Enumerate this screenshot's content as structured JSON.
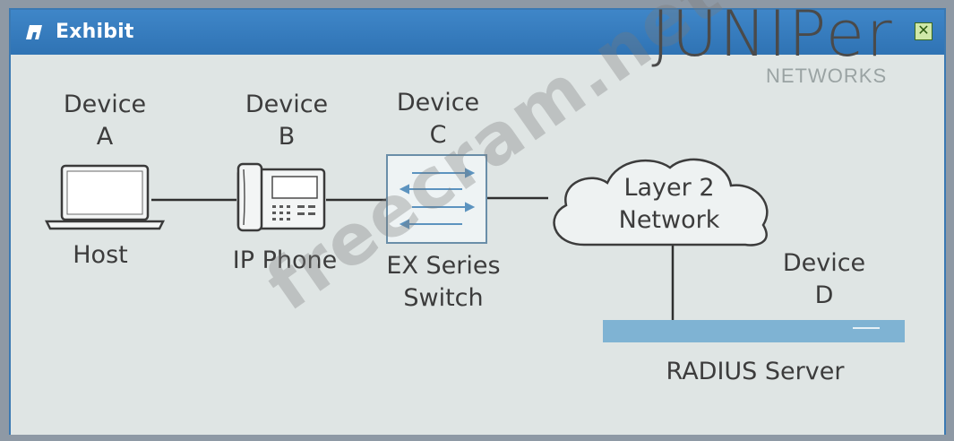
{
  "window": {
    "title": "Exhibit",
    "close_label": "✕"
  },
  "logo": {
    "brand": "JUNIPer",
    "sub": "NETWORKS"
  },
  "watermark": "freecram.net",
  "devices": {
    "a": {
      "title_line1": "Device",
      "title_line2": "A",
      "caption": "Host"
    },
    "b": {
      "title_line1": "Device",
      "title_line2": "B",
      "caption": "IP Phone"
    },
    "c": {
      "title_line1": "Device",
      "title_line2": "C",
      "caption_line1": "EX Series",
      "caption_line2": "Switch"
    },
    "cloud": {
      "line1": "Layer 2",
      "line2": "Network"
    },
    "d": {
      "title_line1": "Device",
      "title_line2": "D",
      "caption": "RADIUS Server"
    }
  },
  "colors": {
    "titlebar": "#3079bb",
    "line": "#2f2f2f",
    "server": "#7fb3d3",
    "switch_arrow": "#5c93bf"
  }
}
